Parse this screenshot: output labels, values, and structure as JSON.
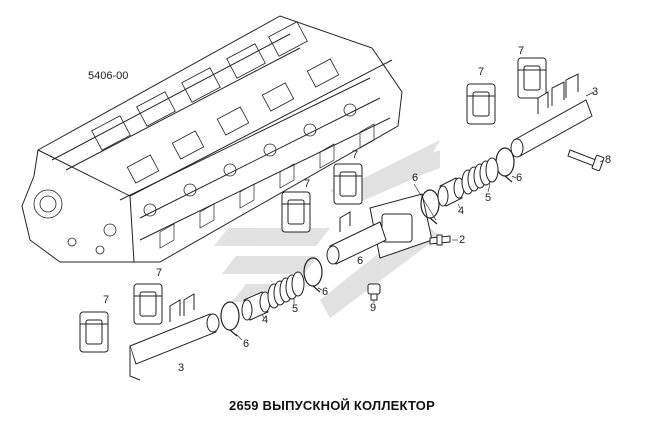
{
  "diagram": {
    "caption": "2659 ВЫПУСКНОЙ КОЛЛЕКТОР",
    "reference_code": "5406-00",
    "labels": {
      "gasket_1": "7",
      "gasket_2": "7",
      "gasket_3": "7",
      "gasket_4": "7",
      "gasket_5": "7",
      "gasket_6": "7",
      "pipe_upper": "3",
      "pipe_lower": "3",
      "bolt": "8",
      "stud": "2",
      "plug": "9",
      "clamp_upper_right": "6",
      "clamp_upper_mid": "6",
      "clamp_upper_left": "6",
      "clamp_lower_mid": "6",
      "clamp_lower_left": "6",
      "ring_upper": "4",
      "ring_lower": "4",
      "bellows_upper": "5",
      "bellows_lower": "5"
    }
  }
}
